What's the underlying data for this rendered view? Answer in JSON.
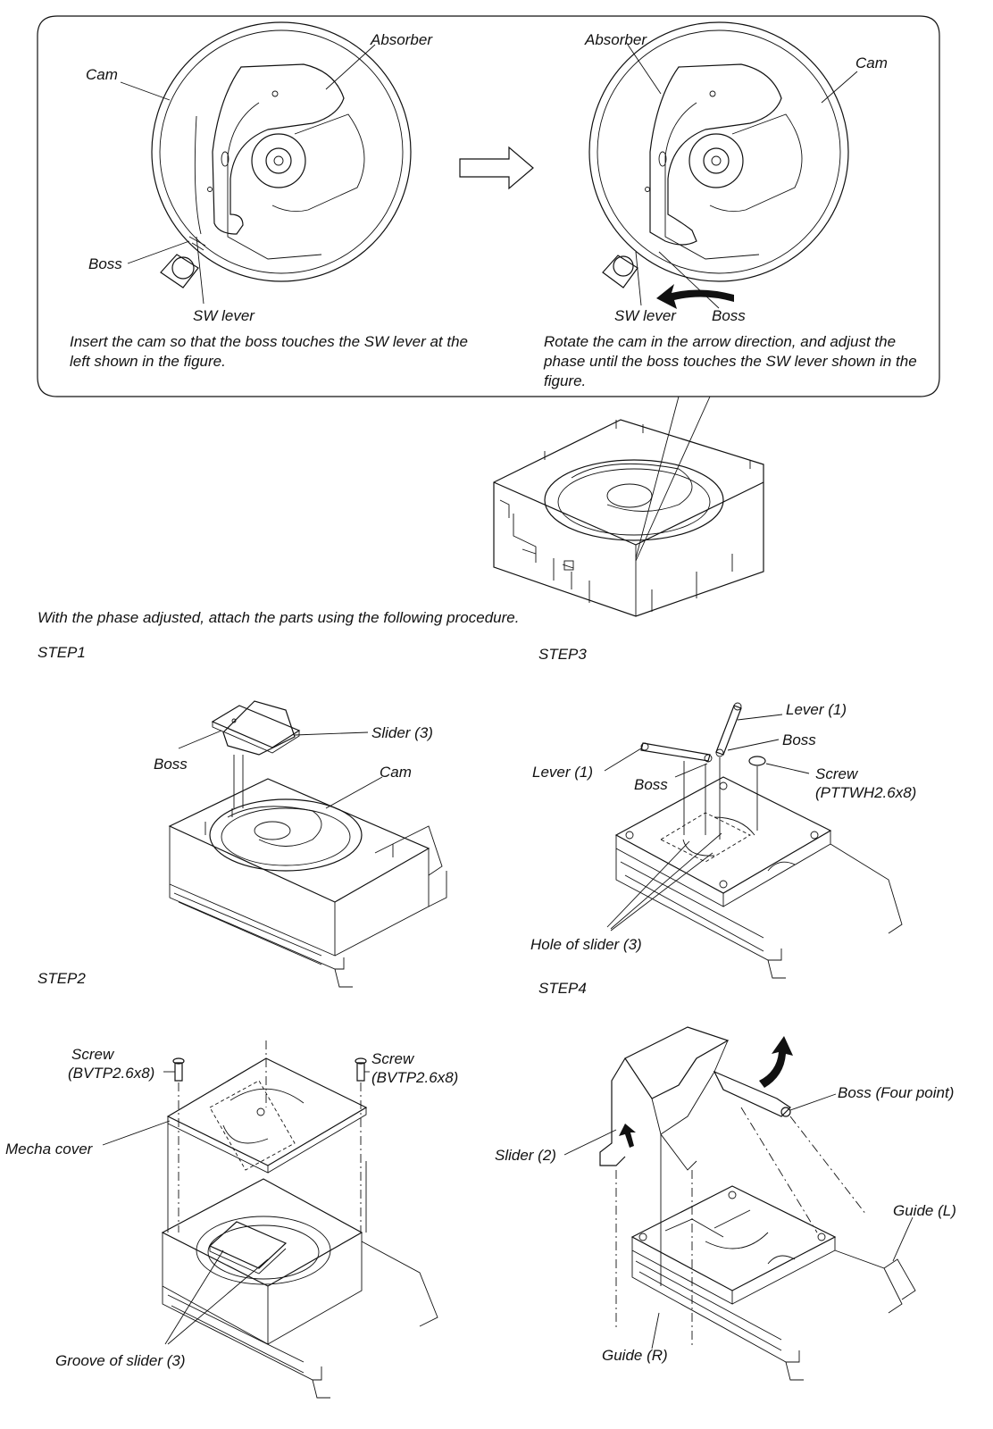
{
  "top_panel": {
    "left": {
      "labels": {
        "cam": "Cam",
        "absorber": "Absorber",
        "boss": "Boss",
        "sw_lever": "SW lever"
      },
      "caption": "Insert the cam so that the boss touches the SW lever at the left shown in the figure."
    },
    "right": {
      "labels": {
        "absorber": "Absorber",
        "cam": "Cam",
        "sw_lever": "SW lever",
        "boss": "Boss"
      },
      "caption": "Rotate the cam in the arrow direction, and adjust the phase until the boss touches the SW lever shown in the figure."
    }
  },
  "intro": "With the phase adjusted, attach the parts using the following procedure.",
  "step1": {
    "title": "STEP1",
    "labels": {
      "boss": "Boss",
      "slider": "Slider (3)",
      "cam": "Cam"
    }
  },
  "step2": {
    "title": "STEP2",
    "labels": {
      "screw_left": "Screw",
      "screw_left_spec": "(BVTP2.6x8)",
      "screw_right": "Screw",
      "screw_right_spec": "(BVTP2.6x8)",
      "mecha_cover": "Mecha cover",
      "groove": "Groove of slider (3)"
    }
  },
  "step3": {
    "title": "STEP3",
    "labels": {
      "lever_top": "Lever (1)",
      "boss_top": "Boss",
      "lever_left": "Lever (1)",
      "boss_left": "Boss",
      "screw": "Screw",
      "screw_spec": "(PTTWH2.6x8)",
      "hole": "Hole of slider (3)"
    }
  },
  "step4": {
    "title": "STEP4",
    "labels": {
      "boss_four": "Boss (Four point)",
      "slider2": "Slider (2)",
      "guide_l": "Guide (L)",
      "guide_r": "Guide (R)"
    }
  }
}
